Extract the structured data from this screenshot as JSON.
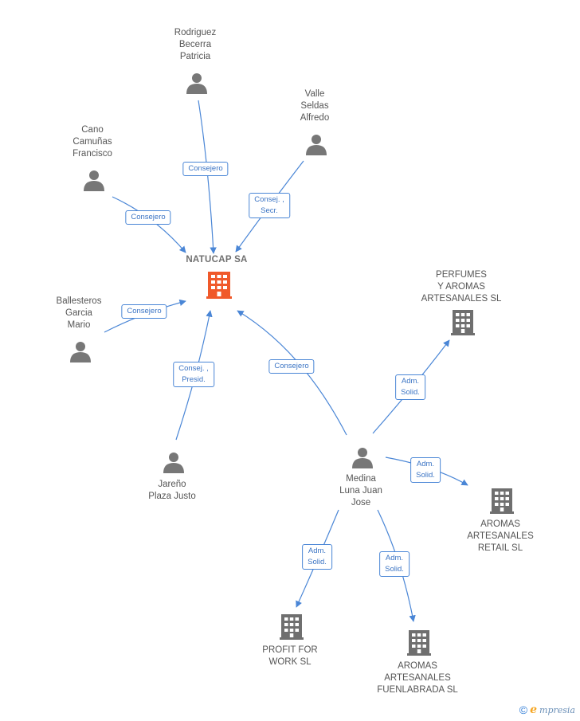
{
  "colors": {
    "edge": "#4a86d6",
    "person": "#777777",
    "company": "#6f6f6f",
    "main_company": "#f0592a"
  },
  "nodes": {
    "natucap": {
      "label": "NATUCAP SA",
      "type": "company-main"
    },
    "rodriguez": {
      "label": "Rodriguez\nBecerra\nPatricia",
      "type": "person"
    },
    "valle": {
      "label": "Valle\nSeldas\nAlfredo",
      "type": "person"
    },
    "cano": {
      "label": "Cano\nCamuñas\nFrancisco",
      "type": "person"
    },
    "ballesteros": {
      "label": "Ballesteros\nGarcia\nMario",
      "type": "person"
    },
    "jareno": {
      "label": "Jareño\nPlaza Justo",
      "type": "person"
    },
    "medina": {
      "label": "Medina\nLuna Juan\nJose",
      "type": "person"
    },
    "perfumes": {
      "label": "PERFUMES\nY AROMAS\nARTESANALES SL",
      "type": "company"
    },
    "aromas_retail": {
      "label": "AROMAS\nARTESANALES\nRETAIL  SL",
      "type": "company"
    },
    "profit": {
      "label": "PROFIT FOR\nWORK SL",
      "type": "company"
    },
    "aromas_fuen": {
      "label": "AROMAS\nARTESANALES\nFUENLABRADA SL",
      "type": "company"
    }
  },
  "edges": {
    "rodriguez_natucap": "Consejero",
    "valle_natucap": "Consej. ,\nSecr.",
    "cano_natucap": "Consejero",
    "ballesteros_natucap": "Consejero",
    "jareno_natucap": "Consej. ,\nPresid.",
    "medina_natucap": "Consejero",
    "medina_perfumes": "Adm.\nSolid.",
    "medina_aromas_retail": "Adm.\nSolid.",
    "medina_profit": "Adm.\nSolid.",
    "medina_aromas_fuen": "Adm.\nSolid."
  },
  "brand": {
    "copyright": "©",
    "initial": "e",
    "rest": "mpresia"
  }
}
